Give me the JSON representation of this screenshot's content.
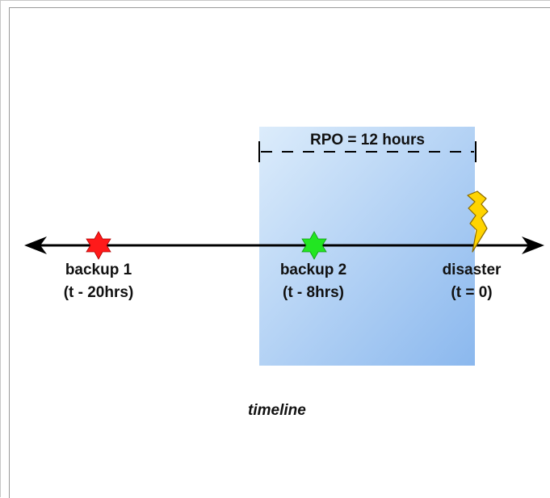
{
  "rpo_label": "RPO = 12 hours",
  "events": [
    {
      "name": "backup 1",
      "time": "(t - 20hrs)",
      "marker": "star",
      "color": "#ff1a1a"
    },
    {
      "name": "backup 2",
      "time": "(t - 8hrs)",
      "marker": "star",
      "color": "#22e622"
    },
    {
      "name": "disaster",
      "time": "(t = 0)",
      "marker": "lightning-icon",
      "color": "#ffd400"
    }
  ],
  "axis_caption": "timeline",
  "colors": {
    "window_gradient_start": "#dcecfb",
    "window_gradient_end": "#8bb8ee",
    "timeline": "#000000"
  }
}
